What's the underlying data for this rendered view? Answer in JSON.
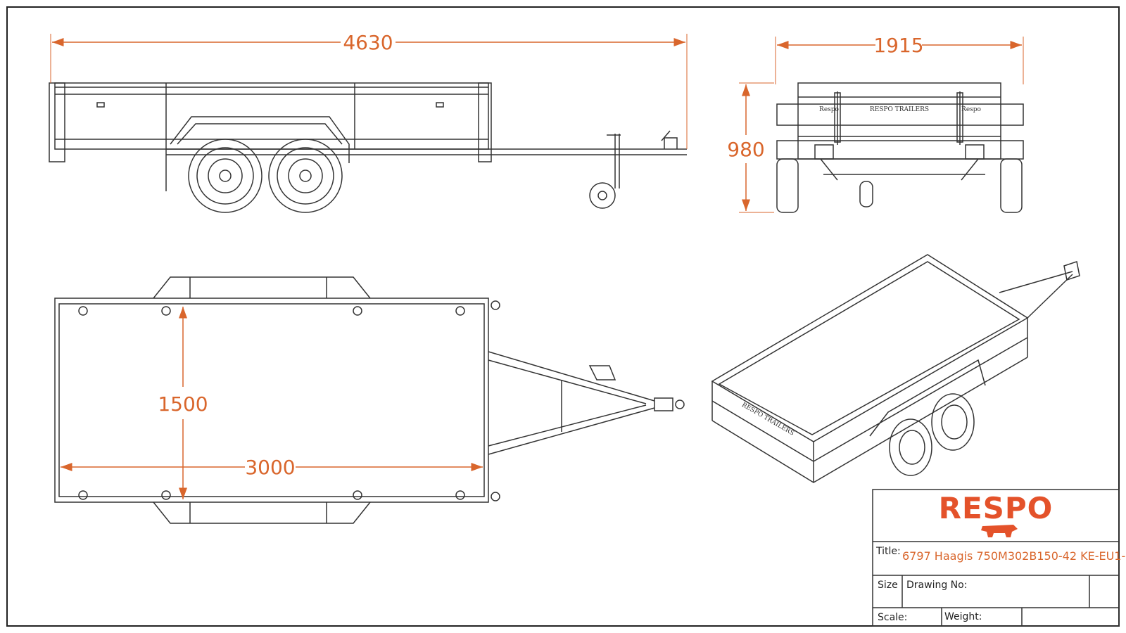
{
  "dimensions": {
    "overall_length": "4630",
    "overall_width": "1915",
    "height": "980",
    "bed_width": "1500",
    "bed_length": "3000"
  },
  "labels": {
    "rear_brand": "RESPO TRAILERS",
    "rear_badge": "Respo",
    "side_brand": "RESPO TRAILERS"
  },
  "title_block": {
    "logo": "RESPO",
    "title_label": "Title:",
    "title_value": "6797 Haagis 750M302B150-42 KE-EU1-",
    "size_label": "Size",
    "drawing_no_label": "Drawing No:",
    "scale_label": "Scale:",
    "weight_label": "Weight:"
  },
  "colors": {
    "dimension": "#d9662c",
    "brand": "#e4522a",
    "line": "#333333"
  }
}
